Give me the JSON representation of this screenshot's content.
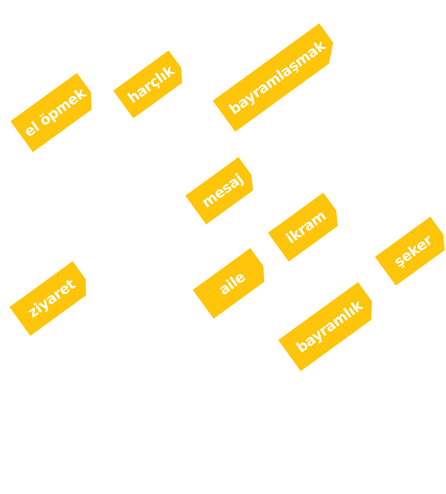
{
  "cards": [
    {
      "id": "el-opmek",
      "label": "el öpmek"
    },
    {
      "id": "harclik",
      "label": "harçlık"
    },
    {
      "id": "bayramlasmak",
      "label": "bayramlaşmak"
    },
    {
      "id": "mesaj",
      "label": "mesaj"
    },
    {
      "id": "ikram",
      "label": "ikram"
    },
    {
      "id": "seker",
      "label": "şeker"
    },
    {
      "id": "ziyaret",
      "label": "ziyaret"
    },
    {
      "id": "aile",
      "label": "aile"
    },
    {
      "id": "bayramlik",
      "label": "bayramlık"
    }
  ],
  "colors": {
    "card": "#FFC50A",
    "text": "#FFFFFF",
    "background": "#FFFFFF"
  }
}
